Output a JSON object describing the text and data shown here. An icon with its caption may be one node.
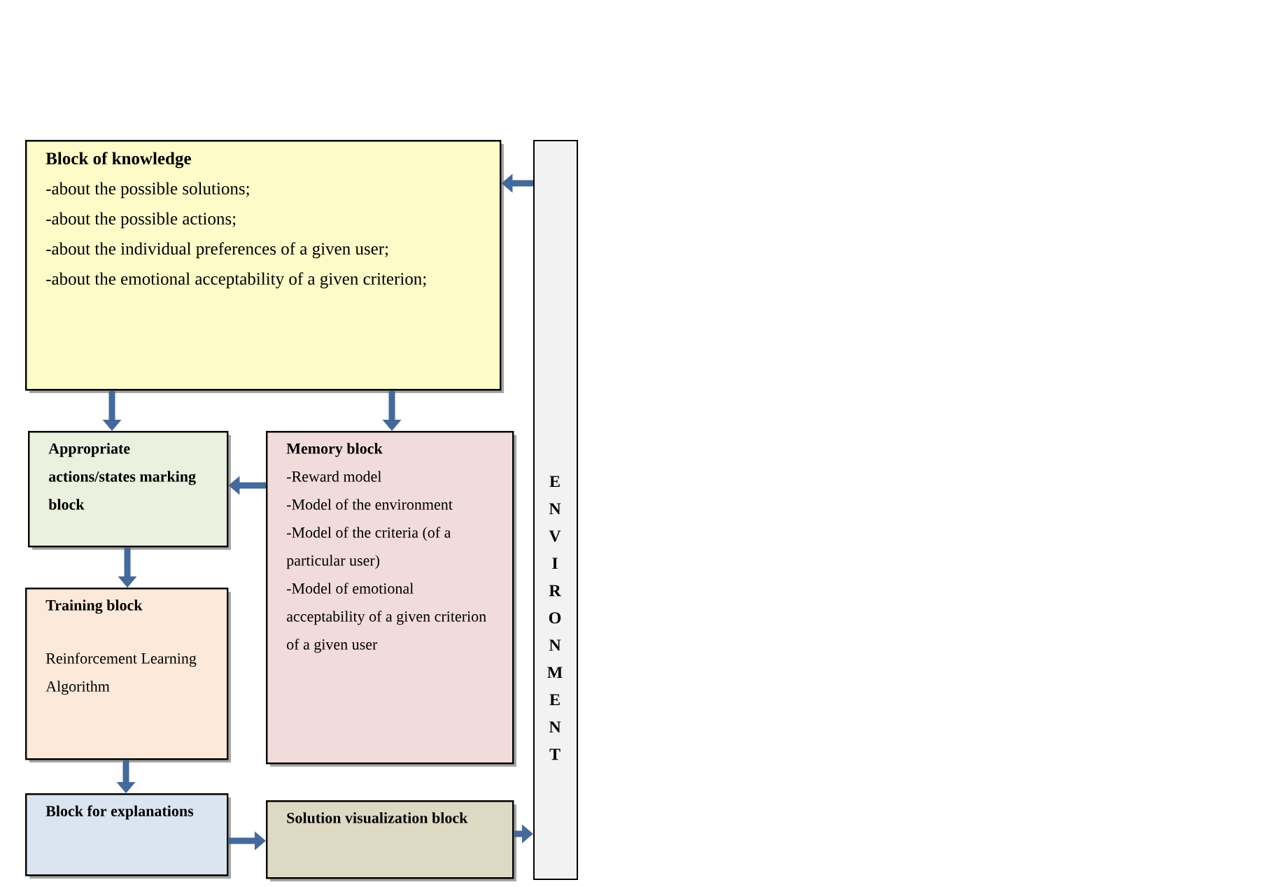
{
  "diagram": {
    "nodes": [
      {
        "text": [
          "Block of knowledge",
          "-about the possible solutions;",
          "-about the possible actions;",
          "-about the individual preferences of a given user;",
          "-about the emotional acceptability of a given criterion;"
        ]
      },
      {
        "text": [
          "Appropriate actions/states marking block"
        ]
      },
      {
        "text": [
          "Memory block",
          "-Reward model",
          "-Model of the environment",
          "-Model of the criteria (of a particular user)",
          "-Model of emotional acceptability of a given criterion of a given user"
        ]
      },
      {
        "text": [
          "Training block",
          "Reinforcement Learning Algorithm"
        ]
      },
      {
        "text": [
          "Block for explanations"
        ]
      },
      {
        "text": [
          "Solution visualization block"
        ]
      },
      {
        "text": [
          "ENVIRONMENT"
        ]
      }
    ],
    "edges": [
      {
        "from": 6,
        "to": 0,
        "arrow": "to"
      },
      {
        "from": 0,
        "to": 1,
        "arrow": "to"
      },
      {
        "from": 0,
        "to": 2,
        "arrow": "to"
      },
      {
        "from": 2,
        "to": 1,
        "arrow": "to"
      },
      {
        "from": 1,
        "to": 3,
        "arrow": "to"
      },
      {
        "from": 3,
        "to": 4,
        "arrow": "to"
      },
      {
        "from": 4,
        "to": 5,
        "arrow": "to"
      },
      {
        "from": 5,
        "to": 6,
        "arrow": "to"
      }
    ]
  }
}
